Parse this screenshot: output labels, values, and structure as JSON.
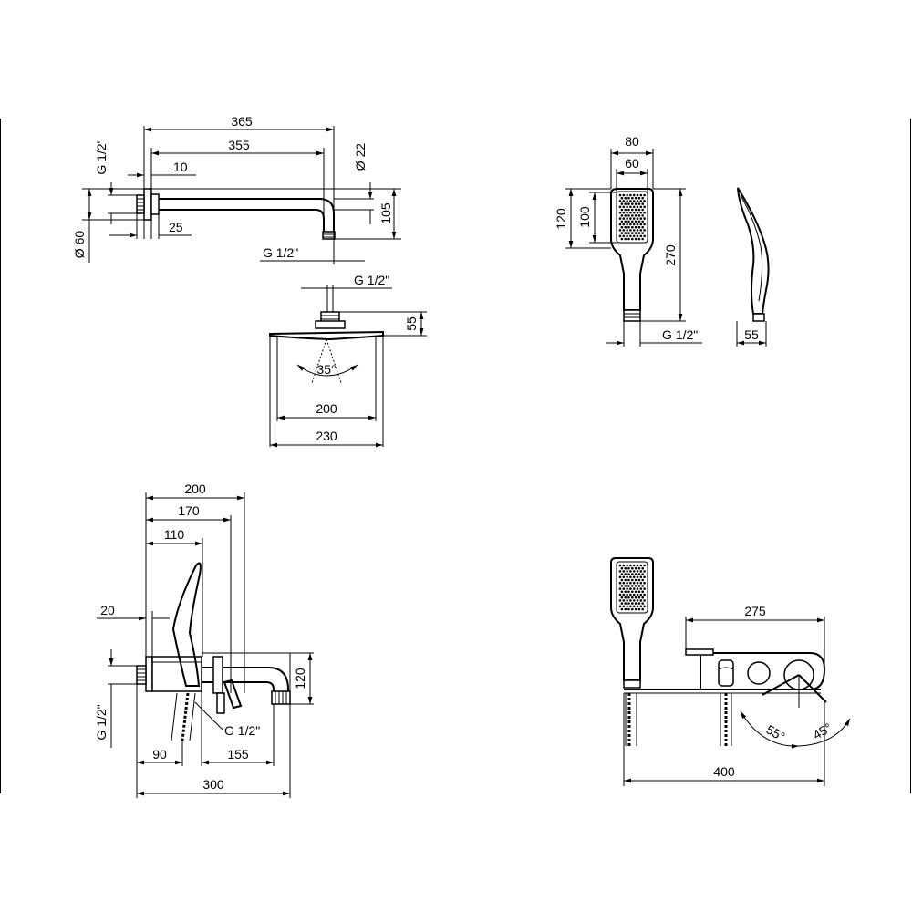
{
  "colors": {
    "line": "#000000",
    "background": "#ffffff"
  },
  "views": {
    "shower_arm": {
      "dims": {
        "d365": "365",
        "d355": "355",
        "d10": "10",
        "d25": "25",
        "d105": "105",
        "g_left": "G 1/2\"",
        "dia22": "Ø 22",
        "dia60": "Ø 60",
        "g_bottom": "G 1/2\""
      }
    },
    "overhead_shower": {
      "dims": {
        "g_top": "G 1/2\"",
        "d55": "55",
        "angle": "35°",
        "d200": "200",
        "d230": "230"
      }
    },
    "hand_shower": {
      "dims": {
        "d80": "80",
        "d60": "60",
        "d120": "120",
        "d100": "100",
        "d270": "270",
        "g_bottom": "G 1/2\"",
        "d55": "55"
      }
    },
    "bath_mixer_side": {
      "dims": {
        "d200": "200",
        "d170": "170",
        "d110": "110",
        "d20": "20",
        "d120": "120",
        "g_left": "G 1/2\"",
        "g_bottom": "G 1/2\"",
        "d90": "90",
        "d155": "155",
        "d300": "300"
      }
    },
    "bath_set_front": {
      "dims": {
        "d275": "275",
        "d400": "400",
        "angle55": "55°",
        "angle45": "45°"
      }
    }
  }
}
